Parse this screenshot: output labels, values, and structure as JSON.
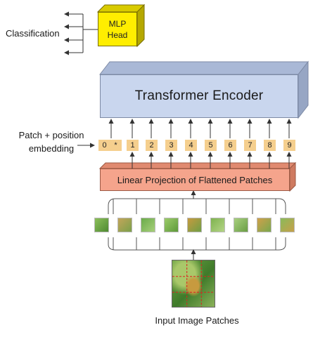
{
  "mlp_head": {
    "line1": "MLP",
    "line2": "Head"
  },
  "classification": "Classification",
  "transformer_encoder": "Transformer Encoder",
  "patch_embedding": {
    "line1": "Patch + position",
    "line2": "embedding"
  },
  "tokens": [
    "0",
    "*",
    "1",
    "2",
    "3",
    "4",
    "5",
    "6",
    "7",
    "8",
    "9"
  ],
  "linear_projection": "Linear Projection of Flattened Patches",
  "input_caption": "Input Image Patches",
  "colors": {
    "mlp_head": "#ffee00",
    "encoder": "#c9d6ee",
    "projection": "#f5a48c",
    "token": "#f5cf8e"
  }
}
